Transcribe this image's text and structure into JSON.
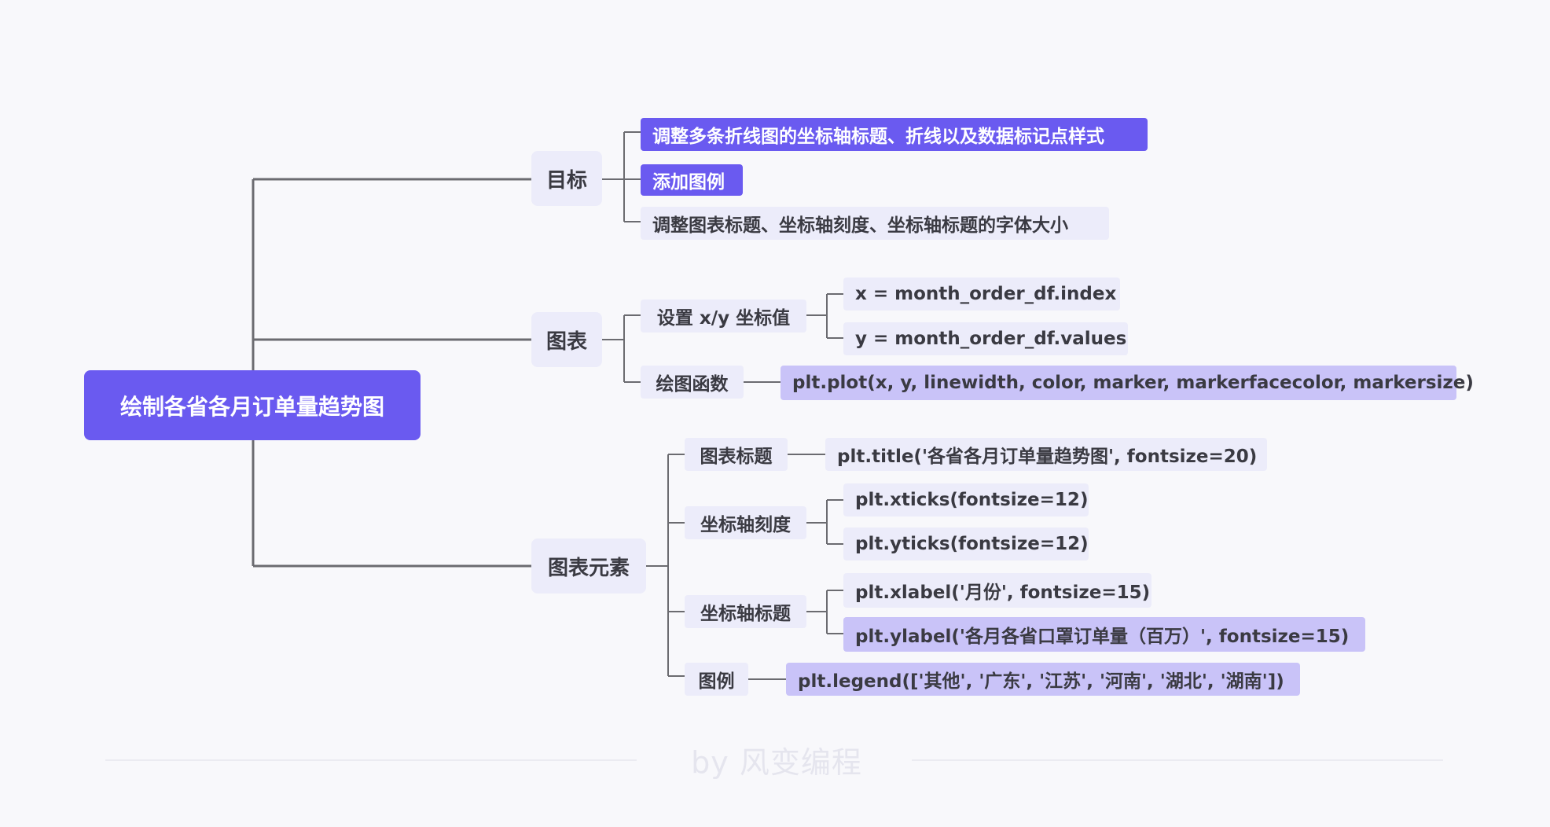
{
  "mindmap": {
    "root": "绘制各省各月订单量趋势图",
    "branches": [
      {
        "label": "目标",
        "leaves": [
          "调整多条折线图的坐标轴标题、折线以及数据标记点样式",
          "添加图例",
          "调整图表标题、坐标轴刻度、坐标轴标题的字体大小"
        ]
      },
      {
        "label": "图表",
        "groups": [
          {
            "label": "设置 x/y 坐标值",
            "leaves": [
              "x = month_order_df.index",
              "y = month_order_df.values"
            ]
          },
          {
            "label": "绘图函数",
            "leaves": [
              "plt.plot(x, y, linewidth, color, marker, markerfacecolor, markersize)"
            ]
          }
        ]
      },
      {
        "label": "图表元素",
        "groups": [
          {
            "label": "图表标题",
            "leaves": [
              "plt.title('各省各月订单量趋势图', fontsize=20)"
            ]
          },
          {
            "label": "坐标轴刻度",
            "leaves": [
              "plt.xticks(fontsize=12)",
              "plt.yticks(fontsize=12)"
            ]
          },
          {
            "label": "坐标轴标题",
            "leaves": [
              "plt.xlabel('月份', fontsize=15)",
              "plt.ylabel('各月各省口罩订单量（百万）', fontsize=15)"
            ]
          },
          {
            "label": "图例",
            "leaves": [
              "plt.legend(['其他', '广东', '江苏', '河南', '湖北', '湖南'])"
            ]
          }
        ]
      }
    ]
  },
  "footer": {
    "text": "by 风变编程"
  },
  "colors": {
    "accent": "#6a5af0",
    "accent_light": "#c9c3f8",
    "node_bg": "#ececfa",
    "connector": "#6b6b70"
  }
}
